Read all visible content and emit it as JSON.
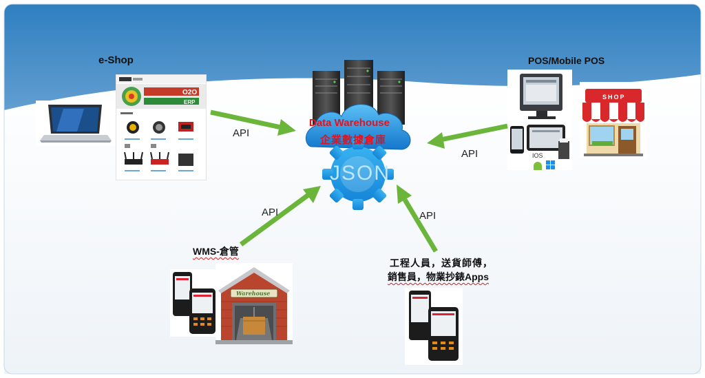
{
  "labels": {
    "eshop": "e-Shop",
    "pos": "POS/Mobile POS",
    "wms": "WMS-倉管",
    "mobile_line1": "工程人員，送貨師傅，",
    "mobile_line2": "銷售員，物業抄錶Apps"
  },
  "center": {
    "title_en": "Data Warehouse",
    "title_zh": "企業數據倉庫",
    "json_text": "JSON"
  },
  "arrows": {
    "eshop_api": "API",
    "pos_api": "API",
    "wms_api": "API",
    "mobile_api": "API"
  },
  "eshop_screen": {
    "banner_text": "O2O",
    "banner_sub": "ERP"
  },
  "pos_screen": {
    "ios_text": "IOS"
  },
  "shop_sign": "SHOP",
  "warehouse_sign": "Warehouse",
  "colors": {
    "sky_top": "#2f7fc0",
    "sky_mid": "#9fc3e3",
    "arrow_green": "#6ab53a",
    "cloud_blue": "#1a8ee0",
    "gear_blue": "#1e9be6",
    "title_red": "#e0141e",
    "awning_red": "#d8282c",
    "brick": "#b9452e"
  }
}
